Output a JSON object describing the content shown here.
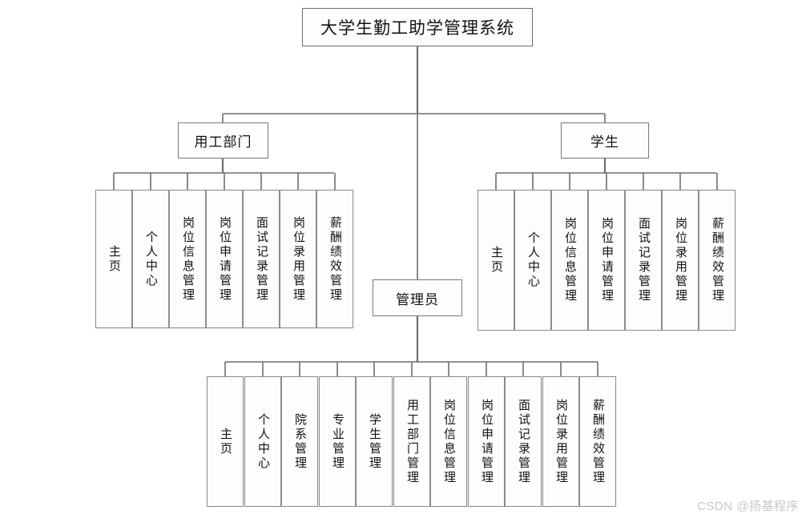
{
  "diagram": {
    "type": "tree",
    "title": "大学生勤工助学管理系统",
    "root": {
      "label": "大学生勤工助学管理系统"
    },
    "branches": [
      {
        "key": "employer",
        "label": "用工部门",
        "children": [
          {
            "label": "主页"
          },
          {
            "label": "个人中心"
          },
          {
            "label": "岗位信息管理"
          },
          {
            "label": "岗位申请管理"
          },
          {
            "label": "面试记录管理"
          },
          {
            "label": "岗位录用管理"
          },
          {
            "label": "薪酬绩效管理"
          }
        ]
      },
      {
        "key": "student",
        "label": "学生",
        "children": [
          {
            "label": "主页"
          },
          {
            "label": "个人中心"
          },
          {
            "label": "岗位信息管理"
          },
          {
            "label": "岗位申请管理"
          },
          {
            "label": "面试记录管理"
          },
          {
            "label": "岗位录用管理"
          },
          {
            "label": "薪酬绩效管理"
          }
        ]
      },
      {
        "key": "admin",
        "label": "管理员",
        "children": [
          {
            "label": "主页"
          },
          {
            "label": "个人中心"
          },
          {
            "label": "院系管理"
          },
          {
            "label": "专业管理"
          },
          {
            "label": "学生管理"
          },
          {
            "label": "用工部门管理"
          },
          {
            "label": "岗位信息管理"
          },
          {
            "label": "岗位申请管理"
          },
          {
            "label": "面试记录管理"
          },
          {
            "label": "岗位录用管理"
          },
          {
            "label": "薪酬绩效管理"
          }
        ]
      }
    ]
  },
  "watermark": {
    "text": "CSDN @扬基程序"
  },
  "colors": {
    "background": "#ffffff",
    "node_border": "#8a8a8a",
    "node_fill": "#fdfdfe",
    "link": "#6e6e6e",
    "text": "#10131a",
    "watermark": "#c8c8c8"
  }
}
